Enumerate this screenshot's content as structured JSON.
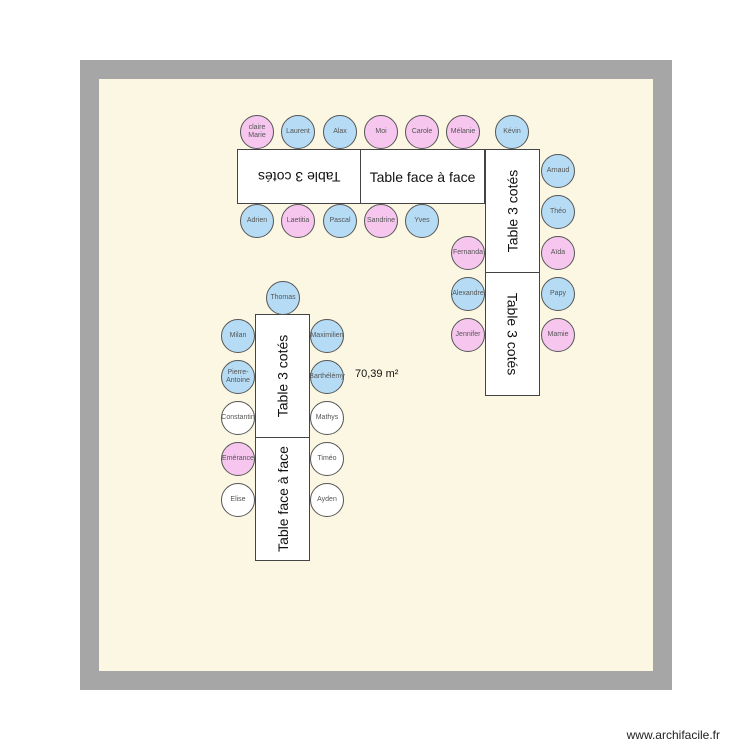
{
  "plan": {
    "area": "70,39 m²",
    "watermark": "www.archifacile.fr",
    "colors": {
      "wall": "#a6a6a6",
      "floor": "#fbf7e3",
      "pink": "#f7c6ef",
      "blue": "#b6dcf5",
      "white": "#ffffff"
    }
  },
  "tables": {
    "t1": "Table 3 cotés",
    "t2": "Table face à face",
    "t3": "Table 3 cotés",
    "t4": "Table 3 cotés",
    "t5": "Table 3 cotés",
    "t6": "Table face à face"
  },
  "seats": {
    "claire": "claire\nMarie",
    "laurent": "Laurent",
    "alax": "Alax",
    "moi": "Moi",
    "carole": "Carole",
    "melanie": "Mélanie",
    "kevin": "Kévin",
    "adrien": "Adrien",
    "laetitia": "Laetitia",
    "pascal": "Pascal",
    "sandrine": "Sandrine",
    "yves": "Yves",
    "arnaud": "Arnaud",
    "theo": "Théo",
    "aida": "Aïda",
    "papy": "Papy",
    "mamie": "Mamie",
    "fernanda": "Fernanda",
    "alexandre": "Alexandre",
    "jennifer": "Jennifer",
    "thomas": "Thomas",
    "milan": "Milan",
    "maximilien": "Maximilien",
    "pierre_antoine": "Pierre-Antoine",
    "barthelemy": "Barthélémy",
    "constantin": "Constantin",
    "mathys": "Mathys",
    "emerance": "Emérance",
    "timeo": "Timéo",
    "elise": "Elise",
    "ayden": "Ayden"
  }
}
